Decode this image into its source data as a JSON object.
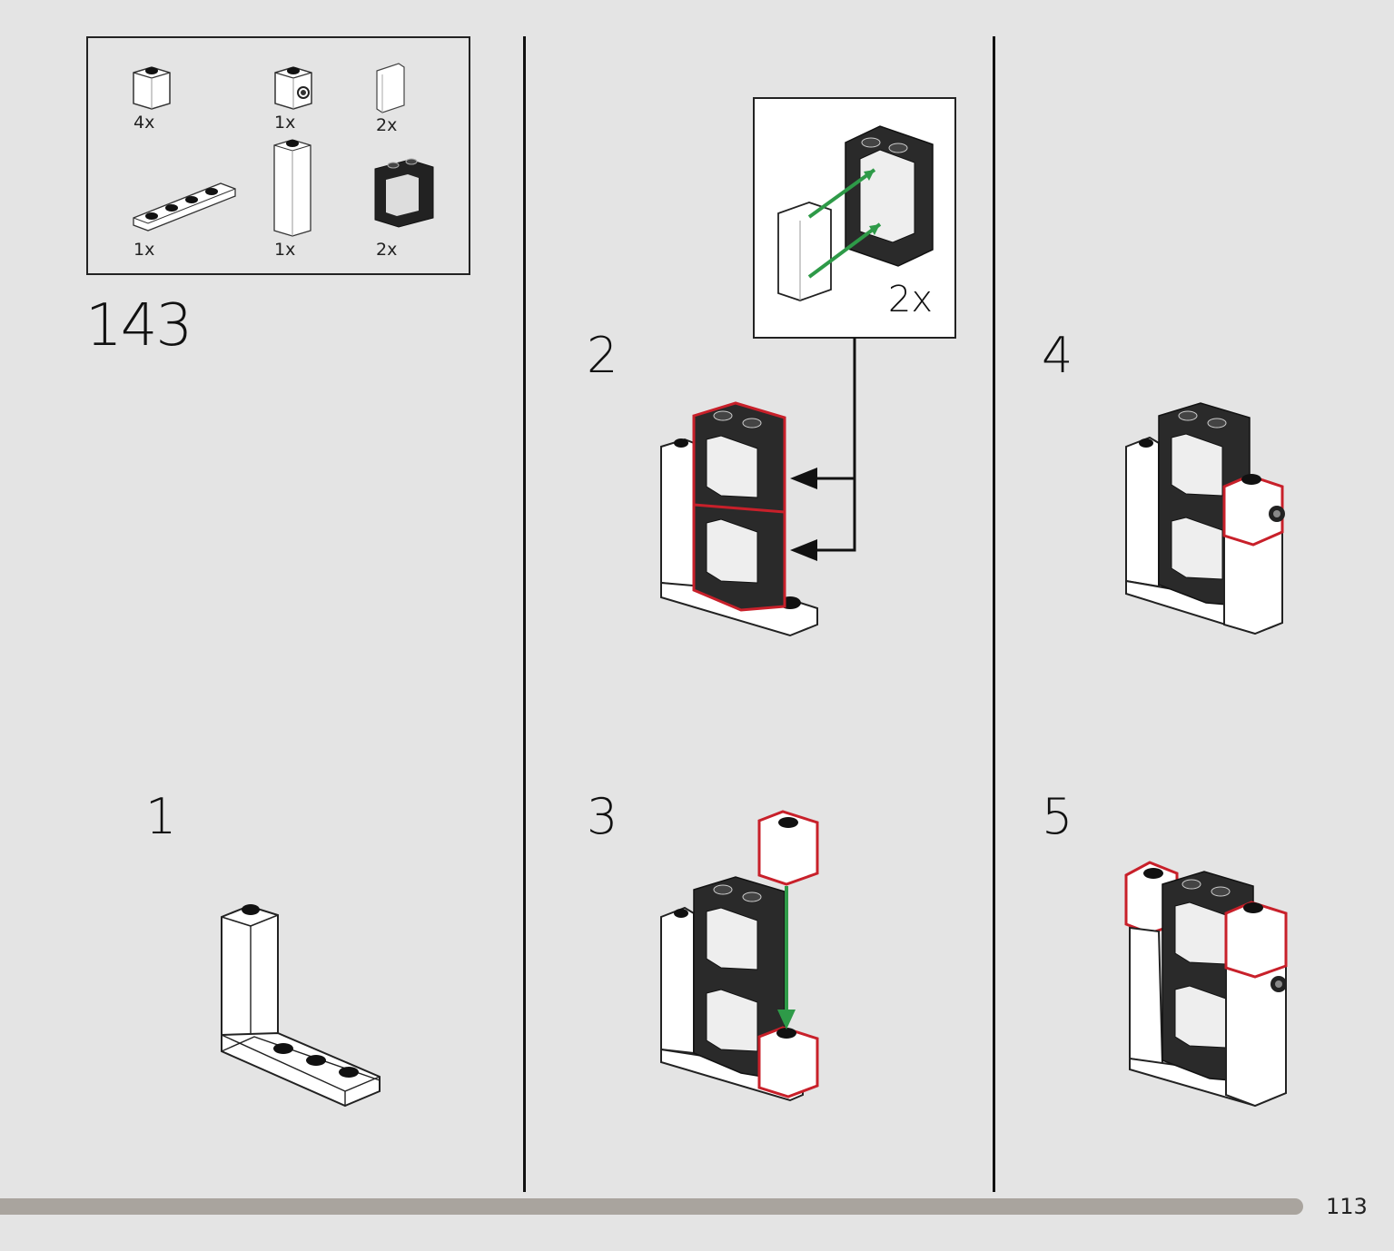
{
  "instruction_number": "143",
  "page_number": "113",
  "parts_list": [
    {
      "icon": "brick-1x1-white-icon",
      "qty": "4x"
    },
    {
      "icon": "brick-1x1-studded-side-white-icon",
      "qty": "1x"
    },
    {
      "icon": "window-glass-icon",
      "qty": "2x"
    },
    {
      "icon": "plate-1x4-white-icon",
      "qty": "1x"
    },
    {
      "icon": "brick-1x1x5-white-icon",
      "qty": "1x"
    },
    {
      "icon": "window-frame-black-icon",
      "qty": "2x"
    }
  ],
  "steps": [
    {
      "number": "1"
    },
    {
      "number": "2"
    },
    {
      "number": "3"
    },
    {
      "number": "4"
    },
    {
      "number": "5"
    }
  ],
  "callout": {
    "qty": "2x"
  },
  "colors": {
    "background": "#e4e4e4",
    "highlight": "#c8202a",
    "arrow_green": "#2e9a48",
    "bar": "#a9a49e"
  }
}
